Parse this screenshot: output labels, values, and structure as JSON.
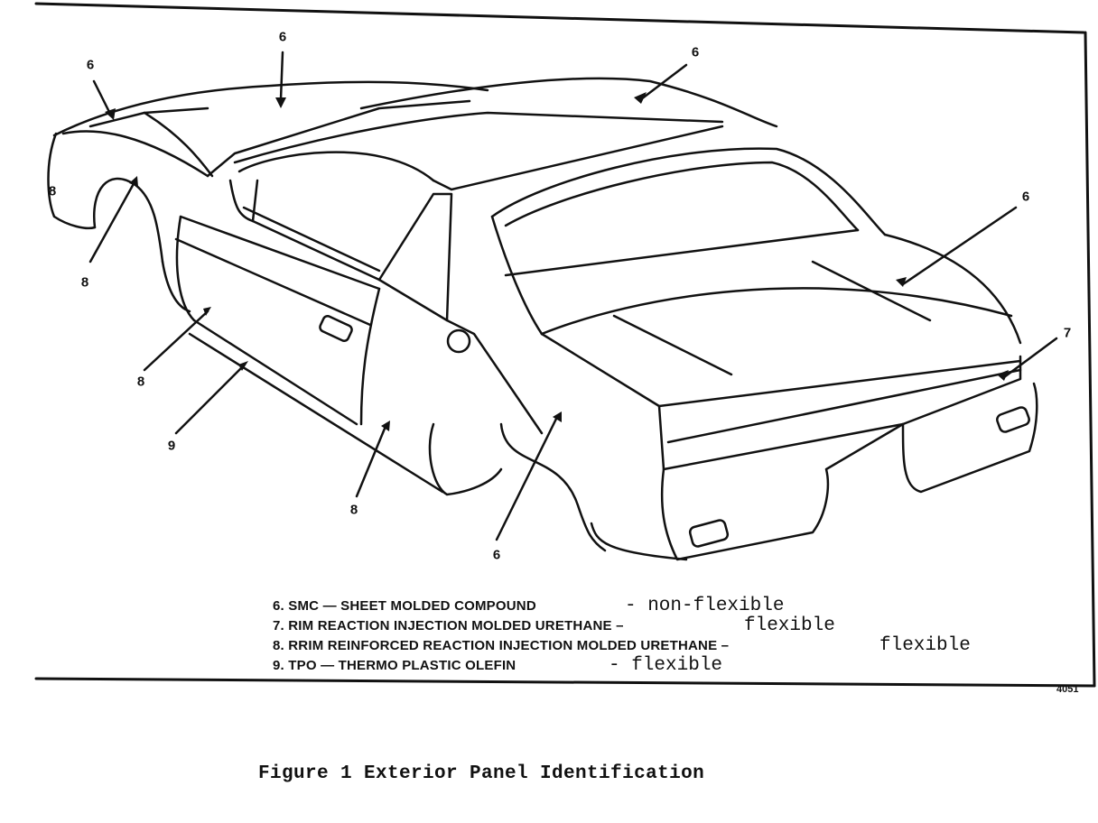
{
  "figure": {
    "callouts": [
      "6",
      "6",
      "6",
      "6",
      "7",
      "8",
      "8",
      "8",
      "8",
      "9",
      "6"
    ],
    "legend": [
      {
        "printed": "6. SMC — SHEET MOLDED COMPOUND",
        "typed": "- non-flexible"
      },
      {
        "printed": "7. RIM REACTION INJECTION MOLDED URETHANE –",
        "typed": "flexible"
      },
      {
        "printed": "8. RRIM REINFORCED REACTION INJECTION MOLDED URETHANE –",
        "typed": "flexible"
      },
      {
        "printed": "9. TPO — THERMO PLASTIC OLEFIN",
        "typed": "- flexible"
      }
    ],
    "figure_number": "4051",
    "caption": "Figure 1 Exterior Panel Identification"
  }
}
